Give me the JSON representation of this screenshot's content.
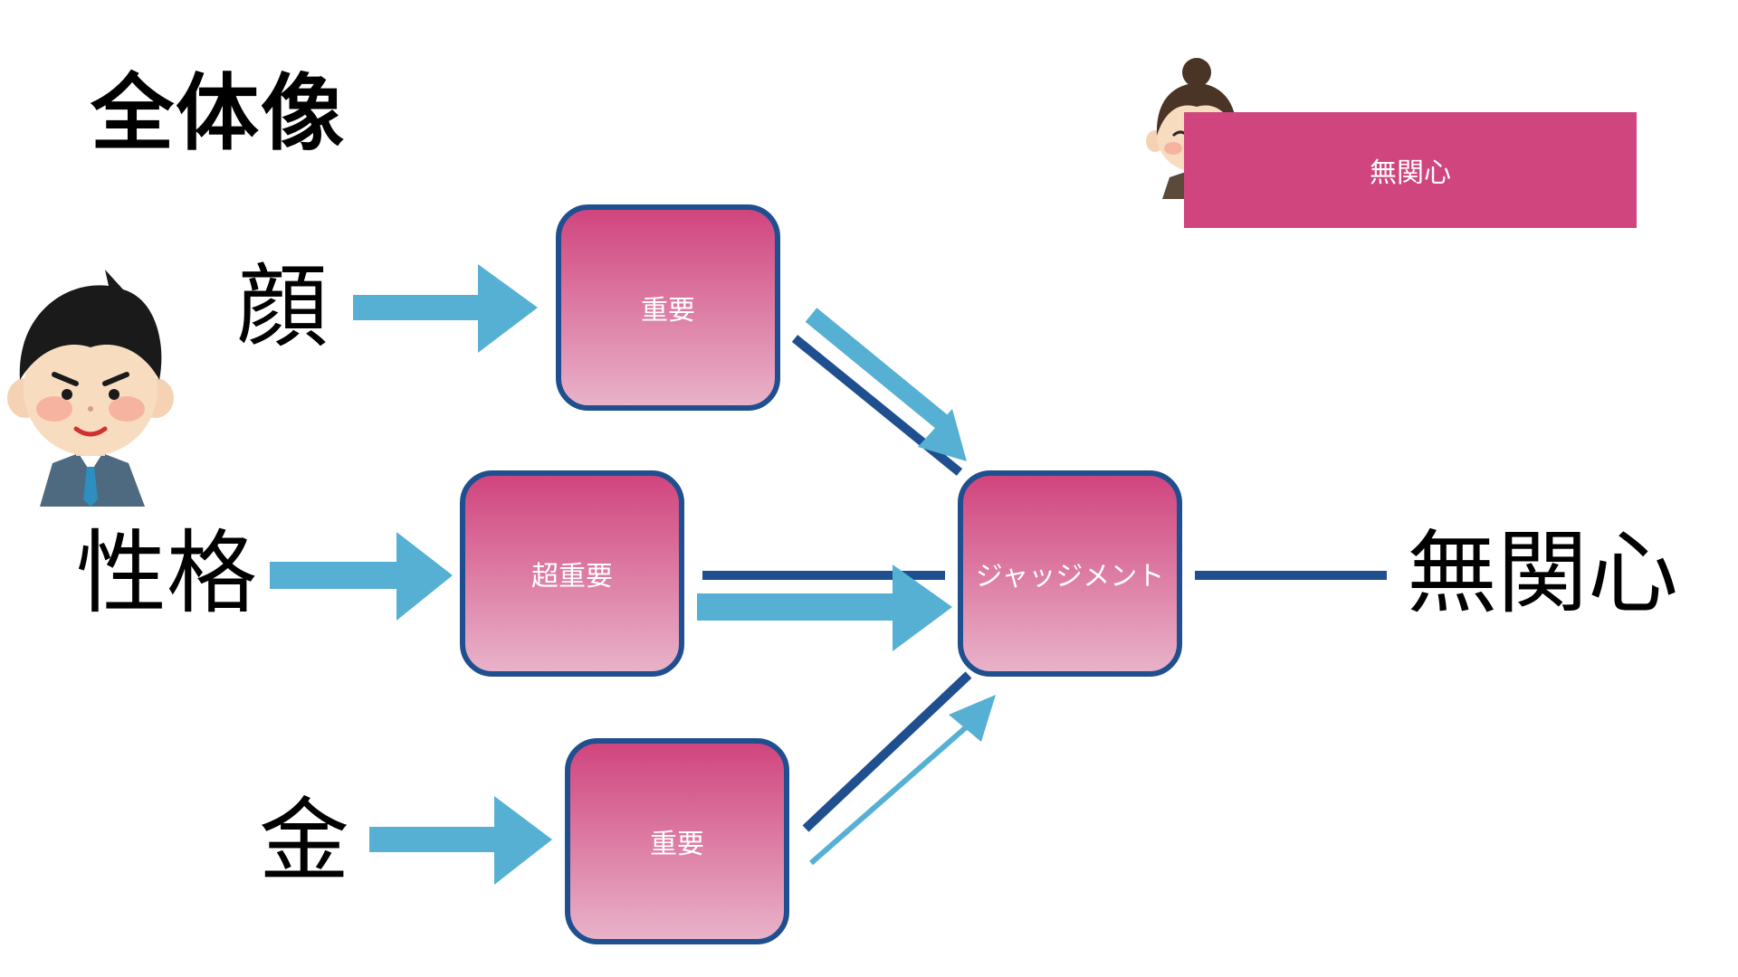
{
  "title": "全体像",
  "inputs": {
    "face": "顔",
    "personality": "性格",
    "money": "金"
  },
  "nodes": {
    "face_box": "重要",
    "personality_box": "超重要",
    "money_box": "重要",
    "judgment": "ジャッジメント"
  },
  "result": "無関心",
  "banner": "無関心",
  "colors": {
    "box_top": "#d0457e",
    "box_bottom": "#e9b2c9",
    "box_border": "#1f4f8f",
    "arrow_light": "#56b0d4",
    "line_dark": "#1f4f8f",
    "banner": "#d0457e"
  },
  "icons": {
    "man": "businessman-avatar-icon",
    "woman": "woman-avatar-icon"
  }
}
